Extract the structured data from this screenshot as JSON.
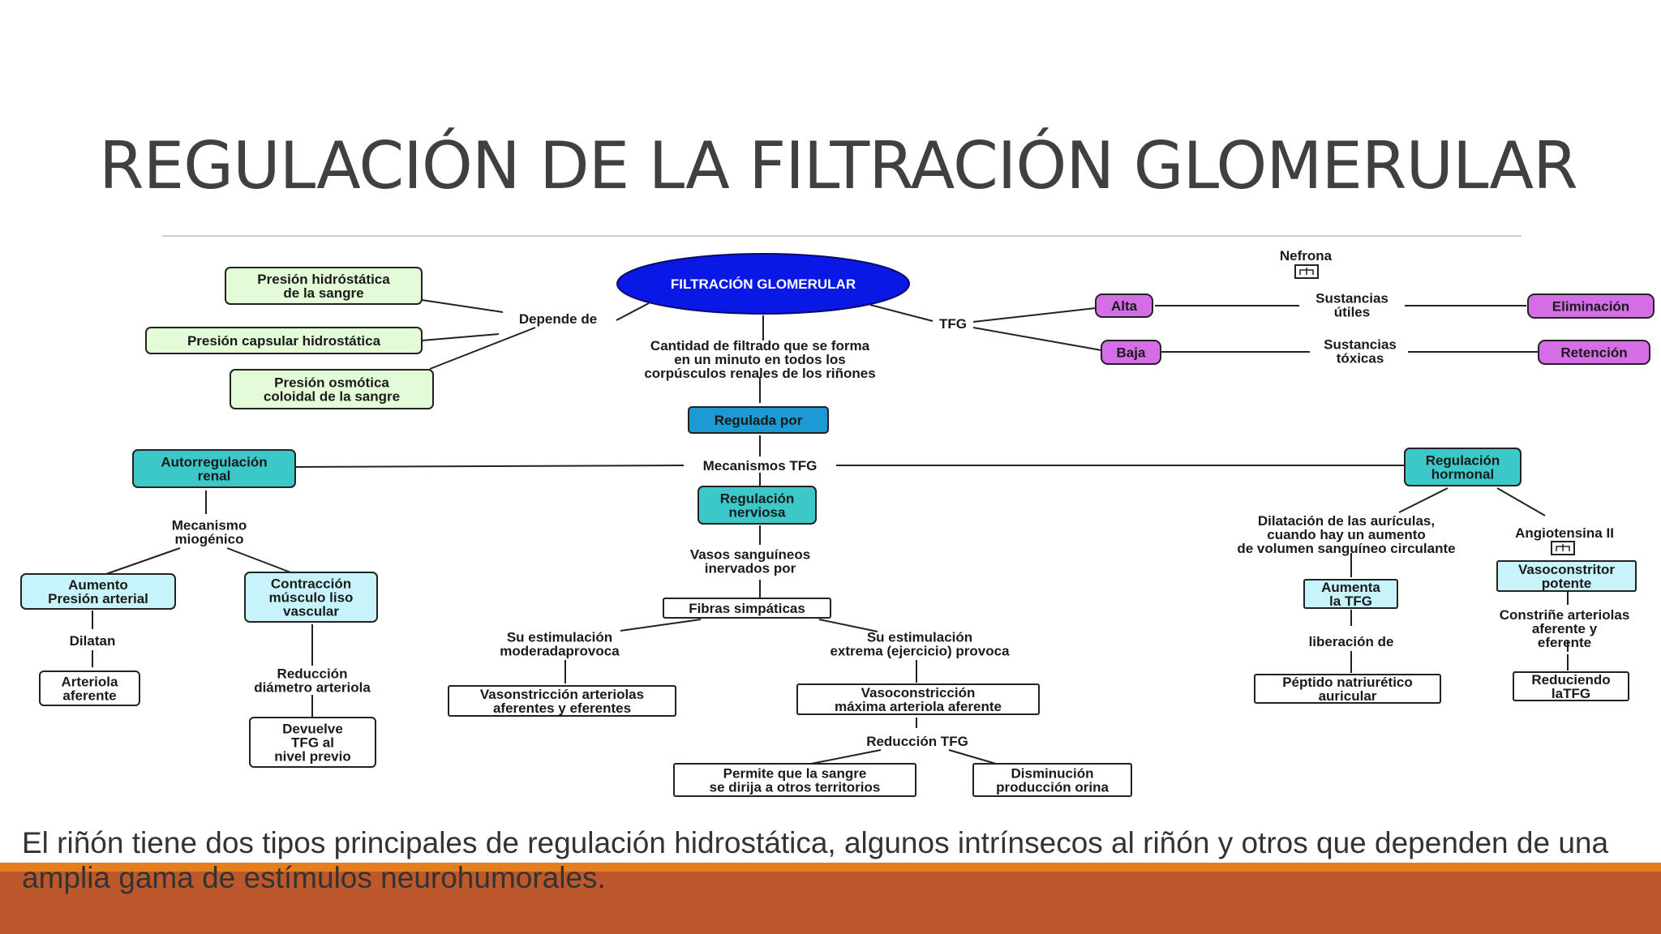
{
  "slide": {
    "title": "REGULACIÓN DE LA FILTRACIÓN GLOMERULAR",
    "caption": "El riñón tiene dos tipos principales de regulación hidrostática, algunos intrínsecos al riñón y otros que dependen de una amplia gama de estímulos neurohumorales."
  },
  "colors": {
    "central_ellipse": "#0a18e6",
    "green_box": "#e4fbd8",
    "teal_box": "#3cc8c8",
    "blue_box": "#1b9bd2",
    "cyan_box": "#c6f4fa",
    "purple_box": "#d56ee6",
    "white_box": "#ffffff",
    "band_orange": "#e57e1f",
    "band_rust": "#bd582c"
  },
  "concept_map": {
    "central": "FILTRACIÓN GLOMERULAR",
    "depends_label": "Depende de",
    "depends_on": [
      [
        "Presión hidróstática",
        "de la sangre"
      ],
      [
        "Presión capsular hidrostática"
      ],
      [
        "Presión osmótica",
        "coloidal de la sangre"
      ]
    ],
    "definition": [
      "Cantidad de filtrado que se forma",
      "en un minuto en todos los",
      "corpúsculos renales de los riñones"
    ],
    "tfg_label": "TFG",
    "nefrona_label": "Nefrona",
    "high": "Alta",
    "low": "Baja",
    "useful": [
      "Sustancias",
      "útiles"
    ],
    "toxic": [
      "Sustancias",
      "tóxicas"
    ],
    "elimination": "Eliminación",
    "retention": "Retención",
    "regulated_by": "Regulada por",
    "mechanisms": "Mecanismos TFG",
    "autoregulation": {
      "title": [
        "Autorregulación",
        "renal"
      ],
      "mechanism": [
        "Mecanismo",
        "miogénico"
      ],
      "increase": [
        "Aumento",
        "Presión arterial"
      ],
      "dilate": "Dilatan",
      "afferent": [
        "Arteriola",
        "aferente"
      ],
      "contraction": [
        "Contracción",
        "músculo liso",
        "vascular"
      ],
      "reduction": [
        "Reducción",
        "diámetro arteriola"
      ],
      "returns": [
        "Devuelve",
        "TFG al",
        "nivel previo"
      ]
    },
    "nervous": {
      "title": [
        "Regulación",
        "nerviosa"
      ],
      "vessels": [
        "Vasos sanguíneos",
        "inervados por"
      ],
      "fibers": "Fibras simpáticas",
      "moderate": [
        "Su estimulación",
        "moderadaprovoca"
      ],
      "extreme": [
        "Su estimulación",
        "extrema (ejercicio) provoca"
      ],
      "vasoconstriction": [
        "Vasonstricción arteriolas",
        "aferentes y eferentes"
      ],
      "max_vasoconstriction": [
        "Vasoconstricción",
        "máxima arteriola aferente"
      ],
      "tfg_reduction": "Reducción TFG",
      "blood_redirect": [
        "Permite que la sangre",
        "se dirija a otros territorios"
      ],
      "urine_decrease": [
        "Disminución",
        "producción orina"
      ]
    },
    "hormonal": {
      "title": [
        "Regulación",
        "hormonal"
      ],
      "dilation": [
        "Dilatación de las aurículas,",
        "cuando hay un aumento",
        "de volumen sanguíneo circulante"
      ],
      "angiotensin": "Angiotensina II",
      "increase_tfg": [
        "Aumenta",
        "la TFG"
      ],
      "release": "liberación de",
      "peptide": [
        "Péptido natriurético",
        "auricular"
      ],
      "vasoconstrictor": [
        "Vasoconstritor",
        "potente"
      ],
      "constricts": [
        "Constriñe arteriolas",
        "aferente y",
        "eferente"
      ],
      "reducing": [
        "Reduciendo",
        "laTFG"
      ]
    }
  }
}
